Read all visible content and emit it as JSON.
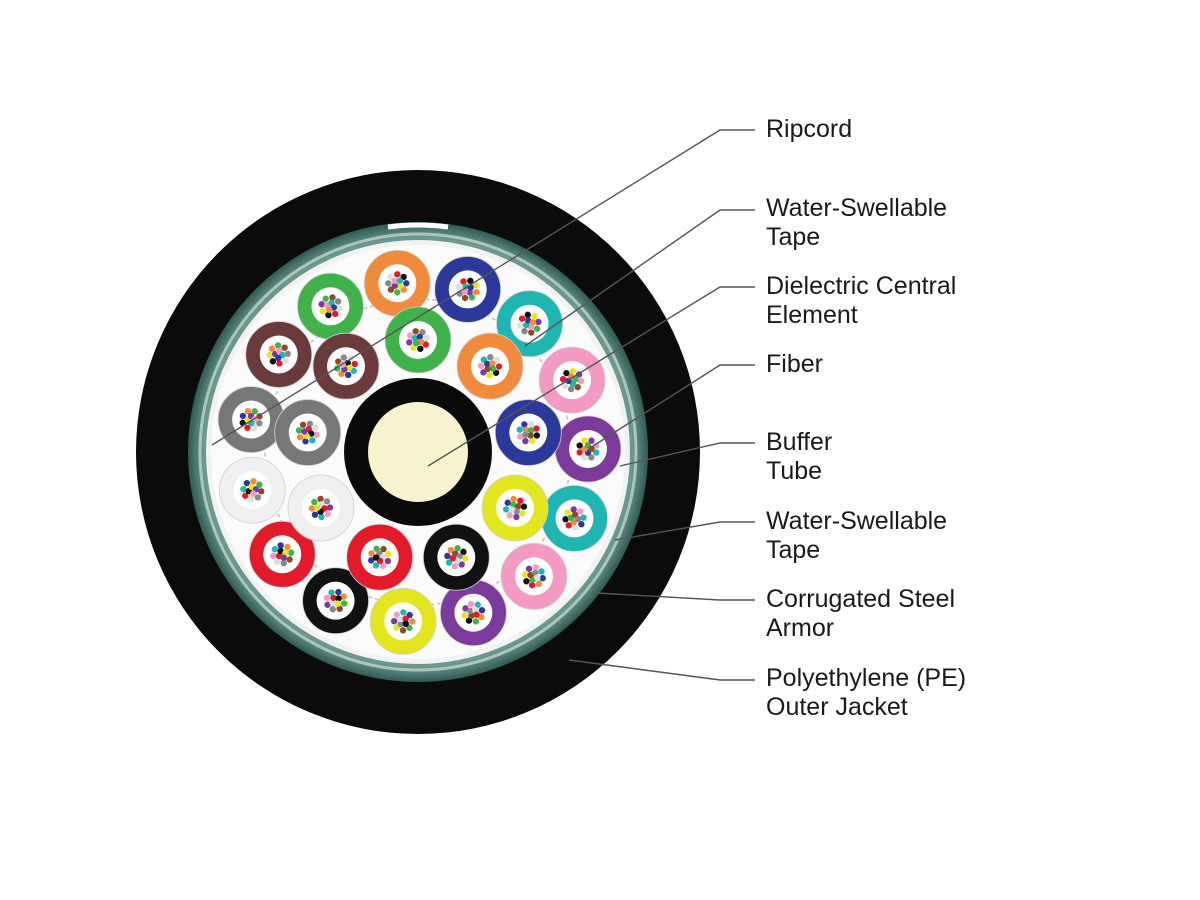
{
  "colors": {
    "outer_jacket": "#0b0b0b",
    "armor_dark": "#2f5a52",
    "armor_mid": "#6f9a90",
    "armor_light": "#a9c7bf",
    "tape": "#f2f2f2",
    "core_fill": "#fbfbfb",
    "central_jacket": "#0a0a0a",
    "central_element": "#f8f3cf",
    "binder": "#c4c4c4",
    "leader": "#555555"
  },
  "labels": [
    {
      "id": "ripcord",
      "lines": [
        "Ripcord"
      ]
    },
    {
      "id": "water-swellable-tape-outer",
      "lines": [
        "Water-Swellable",
        "Tape"
      ]
    },
    {
      "id": "dielectric-central-element",
      "lines": [
        "Dielectric Central",
        "Element"
      ]
    },
    {
      "id": "fiber",
      "lines": [
        "Fiber"
      ]
    },
    {
      "id": "buffer-tube",
      "lines": [
        "Buffer",
        "Tube"
      ]
    },
    {
      "id": "water-swellable-tape-inner",
      "lines": [
        "Water-Swellable",
        "Tape"
      ]
    },
    {
      "id": "corrugated-steel-armor",
      "lines": [
        "Corrugated Steel",
        "Armor"
      ]
    },
    {
      "id": "polyethylene-outer-jacket",
      "lines": [
        "Polyethylene (PE)",
        "Outer Jacket"
      ]
    }
  ],
  "buffer_tubes": [
    {
      "ring": "outer",
      "color": "#f08a3c"
    },
    {
      "ring": "outer",
      "color": "#2b3a9a"
    },
    {
      "ring": "outer",
      "color": "#1fb5b0"
    },
    {
      "ring": "outer",
      "color": "#f29ac4"
    },
    {
      "ring": "outer",
      "color": "#7c3a9c"
    },
    {
      "ring": "outer",
      "color": "#1fb5b0"
    },
    {
      "ring": "outer",
      "color": "#f29ac4"
    },
    {
      "ring": "outer",
      "color": "#7c3a9c"
    },
    {
      "ring": "outer",
      "color": "#e3e51f"
    },
    {
      "ring": "outer",
      "color": "#111111"
    },
    {
      "ring": "outer",
      "color": "#e11b2a"
    },
    {
      "ring": "outer",
      "color": "#f0f0f3"
    },
    {
      "ring": "outer",
      "color": "#777777"
    },
    {
      "ring": "outer",
      "color": "#6b3a3a"
    },
    {
      "ring": "outer",
      "color": "#3fb34a"
    },
    {
      "ring": "inner",
      "color": "#3fb34a"
    },
    {
      "ring": "inner",
      "color": "#f08a3c"
    },
    {
      "ring": "inner",
      "color": "#2b3a9a"
    },
    {
      "ring": "inner",
      "color": "#e3e51f"
    },
    {
      "ring": "inner",
      "color": "#111111"
    },
    {
      "ring": "inner",
      "color": "#e11b2a"
    },
    {
      "ring": "inner",
      "color": "#f0f0f3"
    },
    {
      "ring": "inner",
      "color": "#777777"
    },
    {
      "ring": "inner",
      "color": "#6b3a3a"
    }
  ],
  "fiber_colors": [
    "#2b3a9a",
    "#f08a3c",
    "#3fb34a",
    "#8b4a2a",
    "#888888",
    "#dddddd",
    "#e11b2a",
    "#111111",
    "#e3e51f",
    "#7c3a9c",
    "#f29ac4",
    "#1fb5b0"
  ]
}
